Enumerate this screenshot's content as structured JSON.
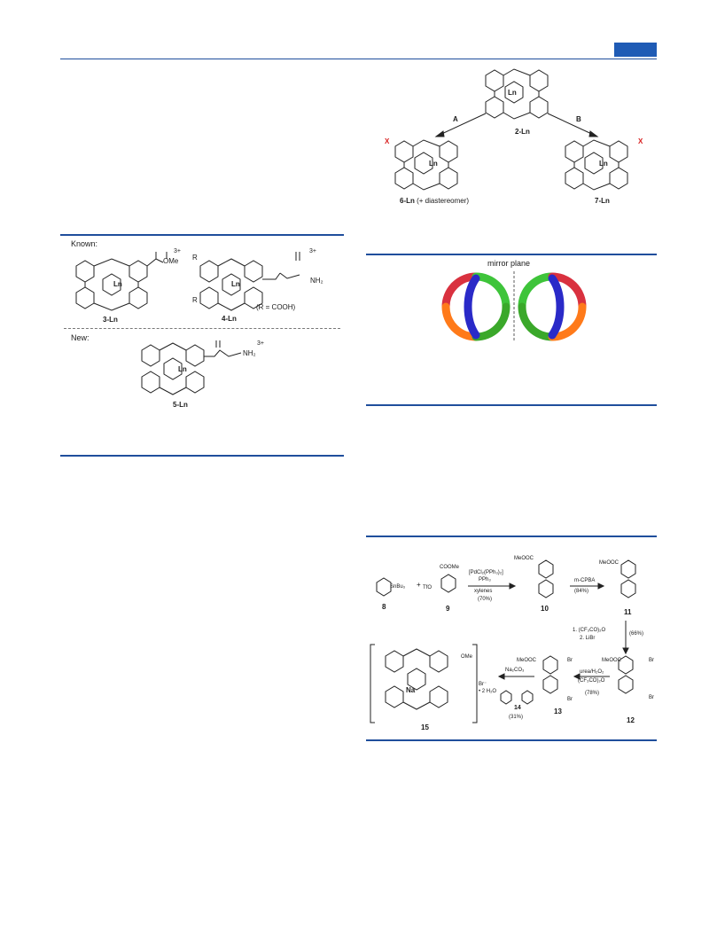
{
  "header": {
    "tag_color": "#1f5bb5"
  },
  "scheme_top": {
    "path_a": "A",
    "path_b": "B",
    "compound_2": "2-Ln",
    "compound_6": "6-Ln",
    "compound_6_note": "(+ diastereomer)",
    "compound_7": "7-Ln",
    "x_label": "X",
    "metal": "Ln"
  },
  "figure_left": {
    "known_label": "Known:",
    "new_label": "New:",
    "compound_3": "3-Ln",
    "compound_4": "4-Ln",
    "compound_5": "5-Ln",
    "r_note": "(R = COOH)",
    "charge": "3+",
    "ome": "OMe",
    "nh2": "NH₂",
    "r_label": "R",
    "metal": "Ln"
  },
  "figure_mirror": {
    "mirror_label": "mirror plane"
  },
  "synthesis": {
    "c8": "8",
    "c9": "9",
    "c10": "10",
    "c11": "11",
    "c12": "12",
    "c13": "13",
    "c14": "14",
    "c15": "15",
    "snbu3": "SnBu₃",
    "tfo": "TfO",
    "cooMe": "COOMe",
    "meooc": "MeOOC",
    "step1_cat": "[PdCl₂(PPh₃)₂]",
    "step1_lig": "PPh₃",
    "step1_solv": "xylenes",
    "step1_yield": "(70%)",
    "step2_reagent": "m-CPBA",
    "step2_yield": "(84%)",
    "step3_a": "1. (CF₃CO)₂O",
    "step3_b": "2. LiBr",
    "step3_yield": "(66%)",
    "step4_a": "urea/H₂O₂",
    "step4_b": "(CF₃CO)₂O",
    "step4_yield": "(78%)",
    "step5_reagent": "Na₂CO₃",
    "step5_yield": "(31%)",
    "br": "Br",
    "br_salt": "Br⁻",
    "hydrate": "• 2 H₂O",
    "sodium": "Na",
    "ome": "OMe"
  }
}
